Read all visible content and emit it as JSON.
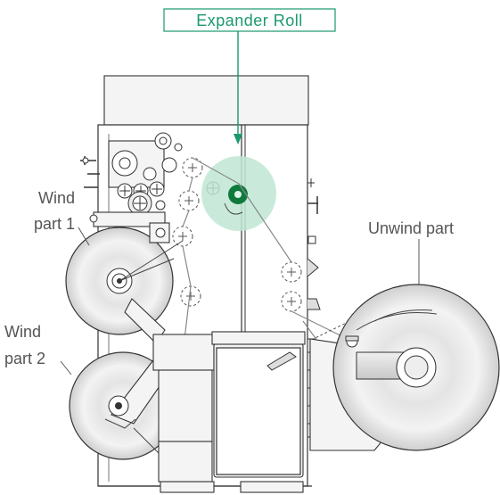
{
  "diagram": {
    "labels": {
      "expander_roll": "Expander Roll",
      "wind_part_1_line1": "Wind",
      "wind_part_1_line2": "part 1",
      "wind_part_2_line1": "Wind",
      "wind_part_2_line2": "part 2",
      "unwind_part": "Unwind part"
    },
    "colors": {
      "highlight": "#1a9a6c",
      "highlight_halo": "#bfe6d3",
      "highlight_roll": "#0f7a3c"
    }
  }
}
